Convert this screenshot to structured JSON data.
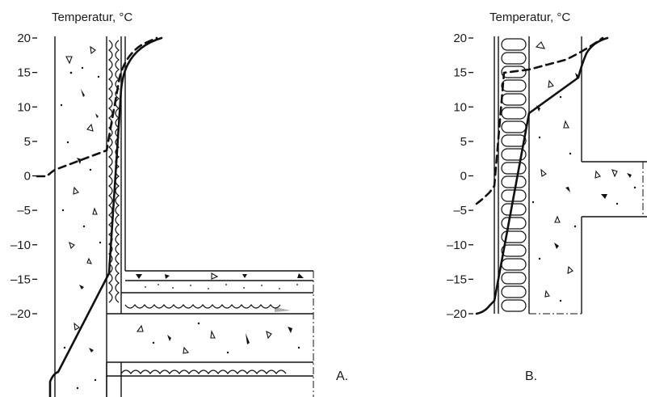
{
  "panel_a": {
    "axis_title": "Temperatur, °C",
    "panel_label": "A.",
    "ticks": [
      {
        "value": 20,
        "label": "20"
      },
      {
        "value": 15,
        "label": "15"
      },
      {
        "value": 10,
        "label": "10"
      },
      {
        "value": 5,
        "label": "5"
      },
      {
        "value": 0,
        "label": "0"
      },
      {
        "value": -5,
        "label": "–5"
      },
      {
        "value": -10,
        "label": "–10"
      },
      {
        "value": -15,
        "label": "–15"
      },
      {
        "value": -20,
        "label": "–20"
      }
    ]
  },
  "panel_b": {
    "axis_title": "Temperatur, °C",
    "panel_label": "B.",
    "ticks": [
      {
        "value": 20,
        "label": "20"
      },
      {
        "value": 15,
        "label": "15"
      },
      {
        "value": 10,
        "label": "10"
      },
      {
        "value": 5,
        "label": "5"
      },
      {
        "value": 0,
        "label": "0"
      },
      {
        "value": -5,
        "label": "–5"
      },
      {
        "value": -10,
        "label": "–10"
      },
      {
        "value": -15,
        "label": "–15"
      },
      {
        "value": -20,
        "label": "–20"
      }
    ]
  },
  "colors": {
    "ink": "#111111",
    "paper": "#ffffff"
  }
}
